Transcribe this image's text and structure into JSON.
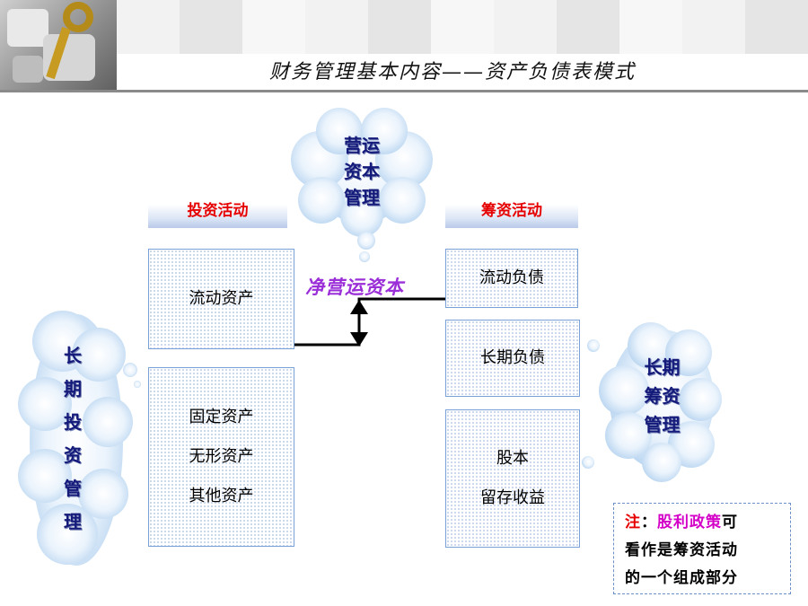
{
  "header": {
    "title": "财务管理基本内容——资产负债表模式"
  },
  "clouds": {
    "working_capital": {
      "lines": [
        "营运",
        "资本",
        "管理"
      ]
    },
    "long_term_investment": {
      "lines": [
        "长",
        "期",
        "投",
        "资",
        "管",
        "理"
      ]
    },
    "long_term_financing": {
      "lines": [
        "长期",
        "筹资",
        "管理"
      ]
    }
  },
  "tabs": {
    "investing": "投资活动",
    "financing": "筹资活动"
  },
  "assets": {
    "current": "流动资产",
    "non_current": [
      "固定资产",
      "无形资产",
      "其他资产"
    ]
  },
  "liabilities_equity": {
    "current_liabilities": "流动负债",
    "long_term_liabilities": "长期负债",
    "equity": [
      "股本",
      "留存收益"
    ]
  },
  "net_working_capital": "净营运资本",
  "note": {
    "prefix": "注",
    "colon": "：",
    "policy": "股利政策",
    "line1_tail": "可",
    "line2": "看作是筹资活动",
    "line3": "的一个组成部分"
  },
  "colors": {
    "tab_text": "#e60000",
    "cloud_text": "#141a7a",
    "net_wc": "#9b2fd8",
    "note_policy": "#d400c8"
  }
}
